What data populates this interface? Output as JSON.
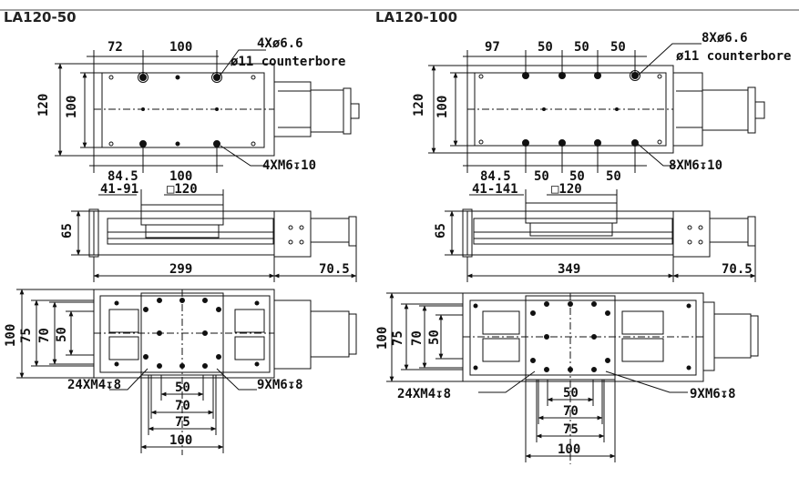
{
  "left": {
    "title": "LA120-50",
    "top_view": {
      "d72": "72",
      "d100a": "100",
      "d120": "120",
      "d100b": "100",
      "d84_5": "84.5",
      "d100c": "100",
      "note_hole": "4Xø6.6",
      "note_cbore": "ø11 counterbore",
      "note_tap": "4XM6↧10"
    },
    "side_view": {
      "travel": "41-91",
      "sq": "□120",
      "d65": "65",
      "d299": "299",
      "d70_5": "70.5"
    },
    "bottom_view": {
      "d100": "100",
      "d75": "75",
      "d70": "70",
      "d50": "50",
      "note_a": "24XM4↧8",
      "note_b": "9XM6↧8",
      "h50": "50",
      "h70": "70",
      "h75": "75",
      "h100": "100"
    }
  },
  "right": {
    "title": "LA120-100",
    "top_view": {
      "d97": "97",
      "d50a": "50",
      "d50b": "50",
      "d50c": "50",
      "d120": "120",
      "d100": "100",
      "d84_5": "84.5",
      "d50d": "50",
      "d50e": "50",
      "d50f": "50",
      "note_hole": "8Xø6.6",
      "note_cbore": "ø11 counterbore",
      "note_tap": "8XM6↧10"
    },
    "side_view": {
      "travel": "41-141",
      "sq": "□120",
      "d65": "65",
      "d349": "349",
      "d70_5": "70.5"
    },
    "bottom_view": {
      "d100": "100",
      "d75": "75",
      "d70": "70",
      "d50": "50",
      "note_a": "24XM4↧8",
      "note_b": "9XM6↧8",
      "h50": "50",
      "h70": "70",
      "h75": "75",
      "h100": "100"
    }
  }
}
